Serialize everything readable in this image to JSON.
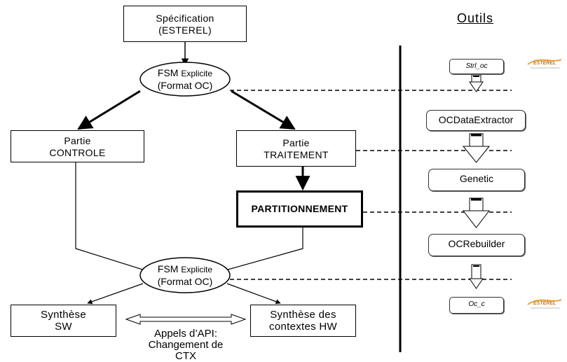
{
  "tools_title": "Outils",
  "flow": {
    "specification": {
      "line1": "Spécification",
      "line2": "(ESTEREL)"
    },
    "fsm_top": {
      "line1": "FSM",
      "line1_small": "Explicite",
      "line2": "(Format OC)"
    },
    "partie_controle": {
      "line1": "Partie",
      "line2": "CONTROLE"
    },
    "partie_traitement": {
      "line1": "Partie",
      "line2": "TRAITEMENT"
    },
    "partitionnement": "PARTITIONNEMENT",
    "fsm_bottom": {
      "line1": "FSM",
      "line1_small": "Explicite",
      "line2": "(Format OC)"
    },
    "synthese_sw": {
      "line1": "Synthèse",
      "line2": "SW"
    },
    "synthese_hw": {
      "line1": "Synthèse des",
      "line2": "contextes HW"
    },
    "api_note": {
      "line1": "Appels d’API:",
      "line2": "Changement de",
      "line3": "CTX"
    }
  },
  "tools": [
    {
      "label": "Strl_oc",
      "style": "small"
    },
    {
      "label": "OCDataExtractor",
      "style": "normal"
    },
    {
      "label": "Genetic",
      "style": "normal"
    },
    {
      "label": "OCRebuilder",
      "style": "normal"
    },
    {
      "label": "Oc_c",
      "style": "small"
    }
  ],
  "logos": [
    {
      "text": "ESTEREL",
      "icon": "esterel-logo"
    },
    {
      "text": "ESTEREL",
      "icon": "esterel-logo"
    }
  ],
  "colors": {
    "logo_text": "#c87a1a",
    "logo_swoosh": "#e8a040"
  }
}
